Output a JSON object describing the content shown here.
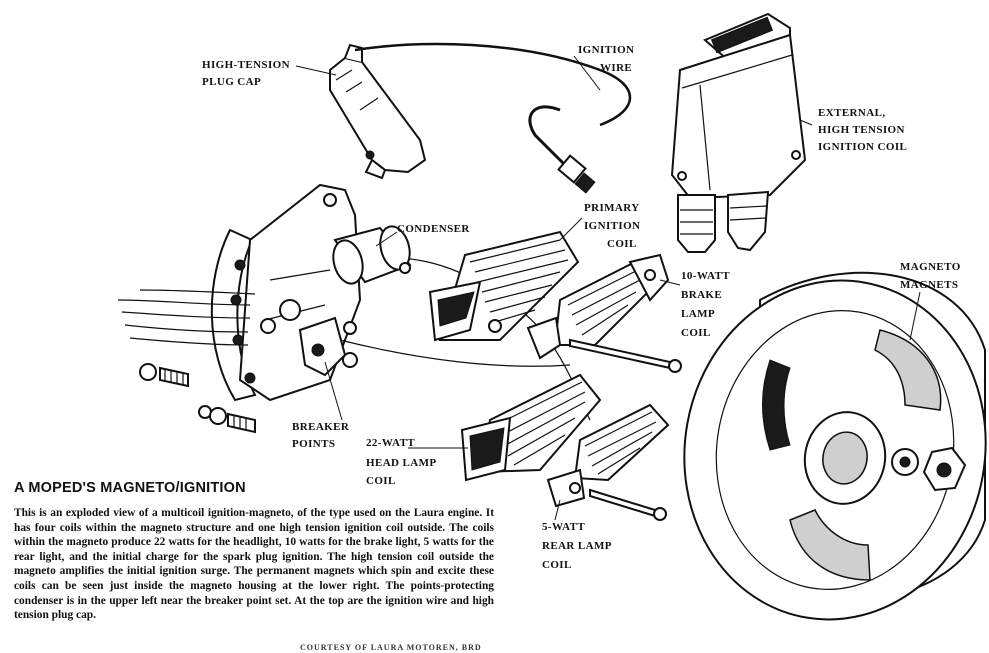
{
  "labels": {
    "plug_cap": [
      "HIGH-TENSION",
      "PLUG CAP"
    ],
    "ignition_wire": [
      "IGNITION",
      "WIRE"
    ],
    "external_coil": [
      "EXTERNAL,",
      "HIGH TENSION",
      "IGNITION COIL"
    ],
    "condenser": "CONDENSER",
    "primary_coil": [
      "PRIMARY",
      "IGNITION",
      "COIL"
    ],
    "brake_coil": [
      "10-WATT",
      "BRAKE",
      "LAMP",
      "COIL"
    ],
    "magneto_magnets": [
      "MAGNETO",
      "MAGNETS"
    ],
    "breaker_points": [
      "BREAKER",
      "POINTS"
    ],
    "head_lamp_coil": [
      "22-WATT",
      "HEAD LAMP",
      "COIL"
    ],
    "rear_lamp_coil": [
      "5-WATT",
      "REAR LAMP",
      "COIL"
    ]
  },
  "caption": {
    "title": "A MOPED'S MAGNETO/IGNITION",
    "body": "This is an exploded view of a multicoil ignition-magneto, of the type used on the Laura engine. It has four coils within the magneto structure and one high tension ignition coil outside. The coils within the magneto produce 22 watts for the headlight, 10 watts for the brake light, 5 watts for the rear light, and the initial charge for the spark plug ignition. The high tension coil outside the magneto amplifies the initial ignition surge. The permanent magnets which spin and excite these coils can be seen just inside the magneto housing at the lower right. The points-protecting condenser is in the upper left near the breaker point set. At the top are the ignition wire and high tension plug cap.",
    "credit": "COURTESY OF LAURA MOTOREN, BRD"
  }
}
